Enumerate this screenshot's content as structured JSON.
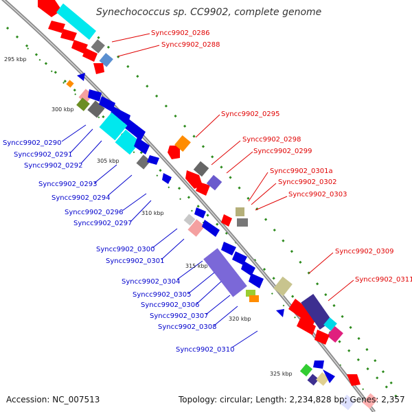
{
  "title": "Synechococcus sp. CC9902, complete genome",
  "ticks": [
    "295 kbp",
    "300 kbp",
    "305 kbp",
    "310 kbp",
    "315 kbp",
    "320 kbp",
    "325 kbp"
  ],
  "labels_forward": [
    "Syncc9902_0286",
    "Syncc9902_0288",
    "Syncc9902_0295",
    "Syncc9902_0298",
    "Syncc9902_0299",
    "Syncc9902_0301a",
    "Syncc9902_0302",
    "Syncc9902_0303",
    "Syncc9902_0309",
    "Syncc9902_0311"
  ],
  "labels_reverse": [
    "Syncc9902_0290",
    "Syncc9902_0291",
    "Syncc9902_0292",
    "Syncc9902_0293",
    "Syncc9902_0294",
    "Syncc9902_0296",
    "Syncc9902_0297",
    "Syncc9902_0300",
    "Syncc9902_0301",
    "Syncc9902_0304",
    "Syncc9902_0305",
    "Syncc9902_0306",
    "Syncc9902_0307",
    "Syncc9902_0308",
    "Syncc9902_0310"
  ],
  "footer": {
    "accession": "Accession: NC_007513",
    "topology": "Topology: circular; Length: 2,234,828 bp; Genes: 2,357"
  },
  "colors": {
    "forward_label": "#e00000",
    "reverse_label": "#0000cc",
    "backbone": "#8a8a8a",
    "gc_dots": "#2e8b1e"
  }
}
